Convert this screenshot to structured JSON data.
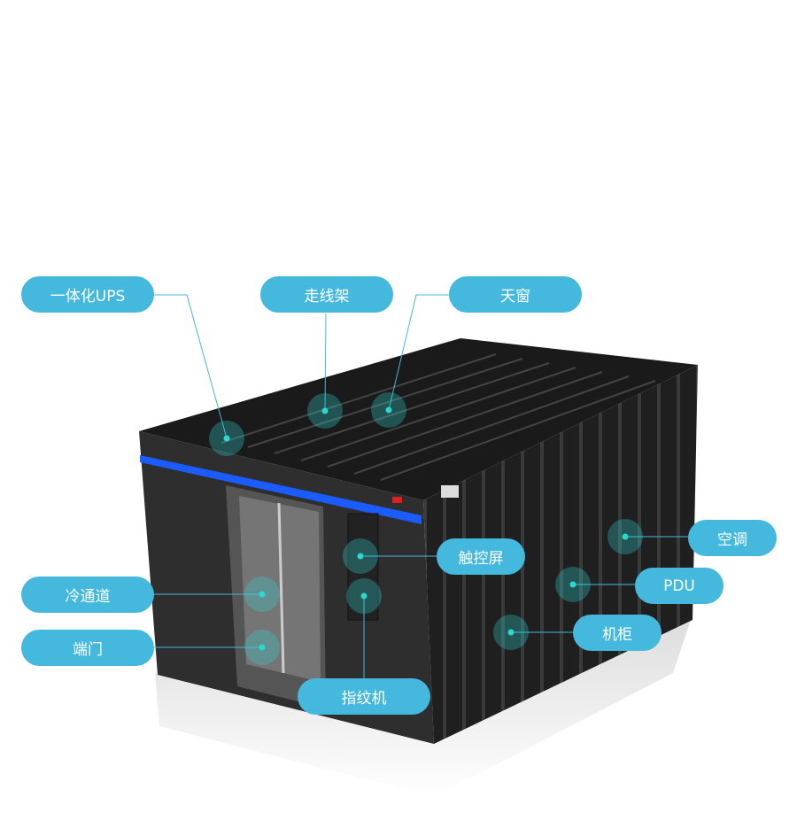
{
  "labels": {
    "ups": "一体化UPS",
    "cable_tray": "走线架",
    "skylight": "天窗",
    "air_conditioner": "空调",
    "pdu": "PDU",
    "cabinet": "机柜",
    "touchscreen": "触控屏",
    "cold_aisle": "冷通道",
    "end_door": "端门",
    "fingerprint": "指纹机"
  },
  "colors": {
    "pill": "#45b8dd",
    "line": "#45b8dd",
    "hotspot": "#2fd6d0",
    "accent_strip": "#1a5cff",
    "body": "#2b2b2b"
  }
}
